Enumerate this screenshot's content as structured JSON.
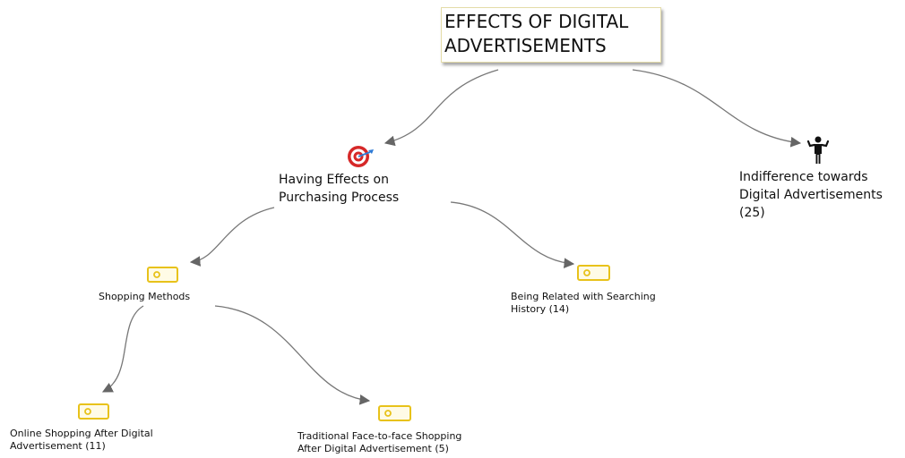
{
  "root": {
    "title": "EFFECTS OF DIGITAL\nADVERTISEMENTS"
  },
  "nodes": {
    "purchasing": {
      "label": "Having Effects on\nPurchasing Process",
      "icon": "target-icon"
    },
    "indifference": {
      "label": "Indifference towards\nDigital Advertisements\n(25)",
      "icon": "shrugging-person-icon"
    },
    "shopping_methods": {
      "label": "Shopping Methods",
      "icon": "tag-icon"
    },
    "searching_history": {
      "label": "Being Related with Searching\nHistory (14)",
      "icon": "tag-icon"
    },
    "online_shopping": {
      "label": "Online Shopping After Digital\nAdvertisement (11)",
      "icon": "tag-icon"
    },
    "traditional_shopping": {
      "label": "Traditional Face-to-face Shopping\nAfter Digital Advertisement (5)",
      "icon": "tag-icon"
    }
  },
  "colors": {
    "edge": "#666666",
    "tag": "#e8c21a",
    "target": "#d62828",
    "dart": "#2e7bd6"
  }
}
